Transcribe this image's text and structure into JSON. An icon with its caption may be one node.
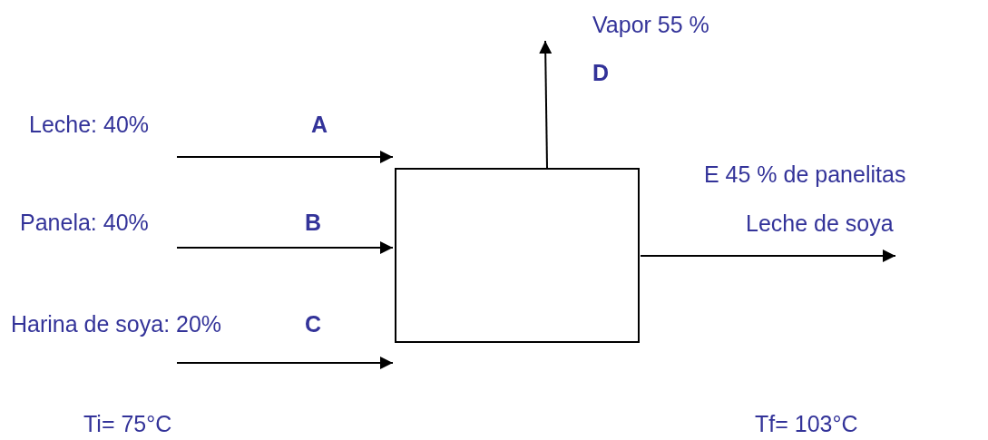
{
  "diagram": {
    "nodes": [
      {
        "text": [],
        "shape": "box"
      },
      {
        "text": [
          "Leche: 40%",
          "A"
        ]
      },
      {
        "text": [
          "Panela: 40%",
          "B"
        ]
      },
      {
        "text": [
          "Harina de soya: 20%",
          "C"
        ]
      },
      {
        "text": [
          "Vapor 55 %",
          "D"
        ]
      },
      {
        "text": [
          "E 45 % de panelitas",
          "Leche de soya"
        ]
      }
    ],
    "edges": [
      {
        "from": 1,
        "to": 0,
        "arrow": "to"
      },
      {
        "from": 2,
        "to": 0,
        "arrow": "to"
      },
      {
        "from": 3,
        "to": 0,
        "arrow": "to"
      },
      {
        "from": 0,
        "to": 4,
        "arrow": "to"
      },
      {
        "from": 0,
        "to": 5,
        "arrow": "to"
      }
    ],
    "labels": [
      "Ti= 75°C",
      "Tf= 103°C"
    ]
  }
}
